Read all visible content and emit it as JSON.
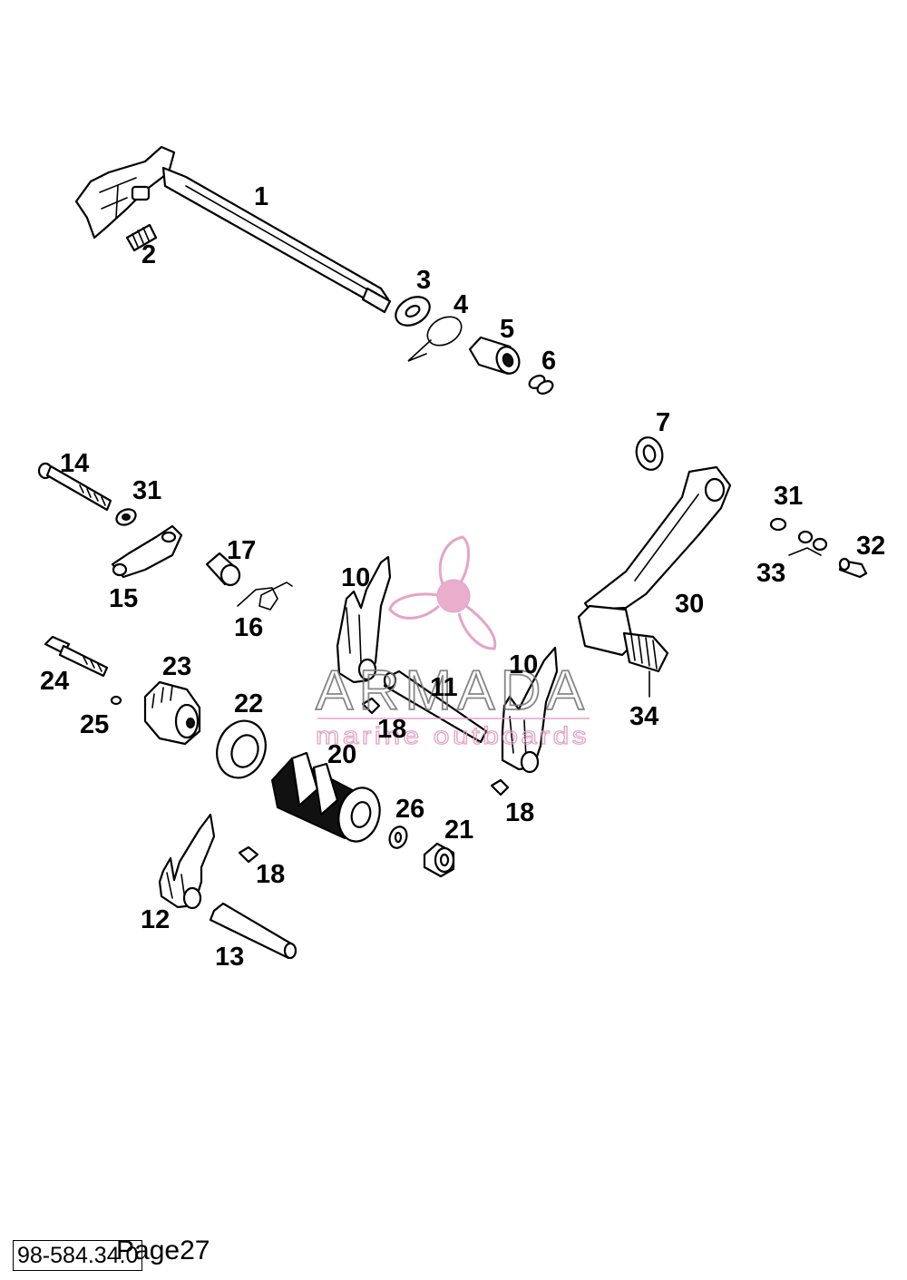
{
  "callouts": {
    "c1": "1",
    "c2": "2",
    "c3": "3",
    "c4": "4",
    "c5": "5",
    "c6": "6",
    "c7": "7",
    "c10a": "10",
    "c10b": "10",
    "c11": "11",
    "c12": "12",
    "c13": "13",
    "c14": "14",
    "c15": "15",
    "c16": "16",
    "c17": "17",
    "c18a": "18",
    "c18b": "18",
    "c18c": "18",
    "c20": "20",
    "c21": "21",
    "c22": "22",
    "c23": "23",
    "c24": "24",
    "c25": "25",
    "c26": "26",
    "c30": "30",
    "c31a": "31",
    "c31b": "31",
    "c32": "32",
    "c33": "33",
    "c34": "34"
  },
  "watermark": {
    "brand": "ARMADA",
    "tagline": "marine outboards",
    "brand_color": "#7a7a7a",
    "accent_color": "#e39ac0"
  },
  "footer": {
    "doc_code": "98-584.34.0",
    "page_label": "Page27"
  }
}
